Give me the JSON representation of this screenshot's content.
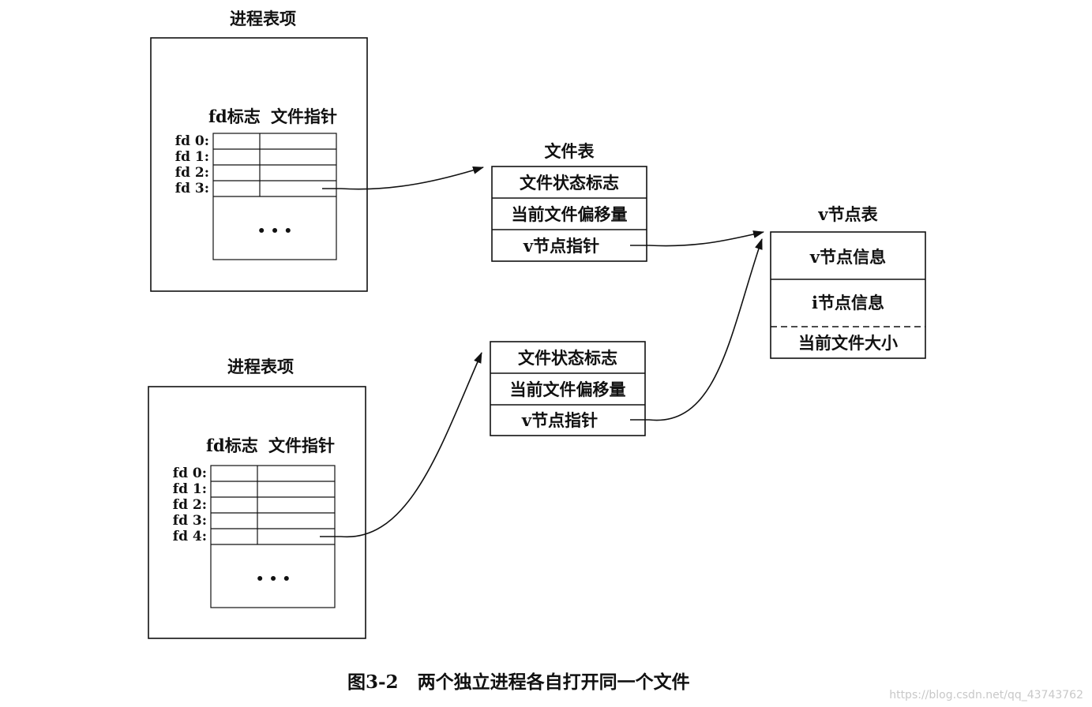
{
  "process1": {
    "title": "进程表项",
    "header_flags": "fd标志",
    "header_ptr": "文件指针",
    "fds": [
      "fd 0:",
      "fd 1:",
      "fd 2:",
      "fd 3:"
    ],
    "ellipsis": "• • •"
  },
  "process2": {
    "title": "进程表项",
    "header_flags": "fd标志",
    "header_ptr": "文件指针",
    "fds": [
      "fd 0:",
      "fd 1:",
      "fd 2:",
      "fd 3:",
      "fd 4:"
    ],
    "ellipsis": "• • •"
  },
  "file_table_1": {
    "title": "文件表",
    "rows": [
      "文件状态标志",
      "当前文件偏移量",
      "v节点指针"
    ]
  },
  "file_table_2": {
    "rows": [
      "文件状态标志",
      "当前文件偏移量",
      "v节点指针"
    ]
  },
  "vnode_table": {
    "title": "v节点表",
    "rows": [
      "v节点信息",
      "i节点信息",
      "当前文件大小"
    ]
  },
  "caption": "图3-2   两个独立进程各自打开同一个文件",
  "watermark": "https://blog.csdn.net/qq_43743762"
}
